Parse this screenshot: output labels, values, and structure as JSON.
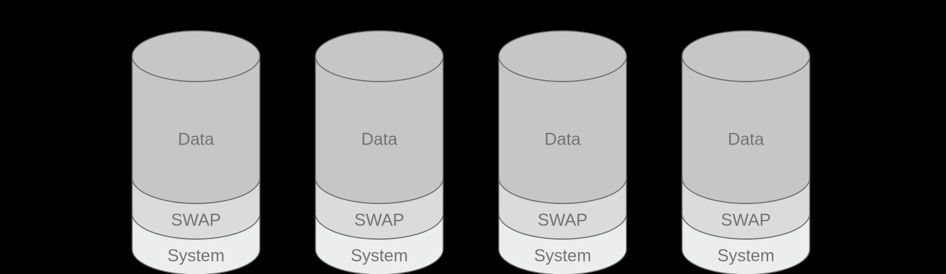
{
  "disks": [
    {
      "partitions": [
        {
          "label": "Data",
          "role": "data"
        },
        {
          "label": "SWAP",
          "role": "swap"
        },
        {
          "label": "System",
          "role": "system"
        }
      ]
    },
    {
      "partitions": [
        {
          "label": "Data",
          "role": "data"
        },
        {
          "label": "SWAP",
          "role": "swap"
        },
        {
          "label": "System",
          "role": "system"
        }
      ]
    },
    {
      "partitions": [
        {
          "label": "Data",
          "role": "data"
        },
        {
          "label": "SWAP",
          "role": "swap"
        },
        {
          "label": "System",
          "role": "system"
        }
      ]
    },
    {
      "partitions": [
        {
          "label": "Data",
          "role": "data"
        },
        {
          "label": "SWAP",
          "role": "swap"
        },
        {
          "label": "System",
          "role": "system"
        }
      ]
    }
  ],
  "colors": {
    "background": "#000000",
    "data_fill": "#c6c6c6",
    "swap_fill": "#dadbda",
    "system_fill": "#eceeed",
    "stroke": "#6b6b6b",
    "text": "#737373"
  }
}
